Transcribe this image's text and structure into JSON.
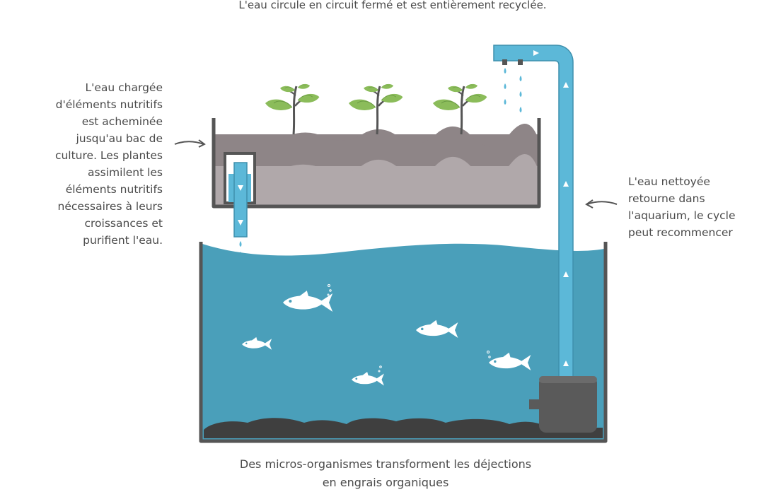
{
  "captions": {
    "top": "L'eau circule en circuit fermé et est entièrement recyclée.",
    "bottom_line1": "Des micros-organismes transforment les déjections",
    "bottom_line2": "en engrais organiques"
  },
  "left_text": {
    "lines": [
      "L'eau chargée",
      "d'éléments nutritifs",
      "est acheminée",
      "jusqu'au bac de",
      "culture. Les plantes",
      "assimilent  les",
      "éléments nutritifs",
      "nécessaires à leurs",
      "croissances et",
      "purifient l'eau."
    ]
  },
  "right_text": {
    "lines": [
      "L'eau nettoyée",
      "retourne dans",
      "l'aquarium, le cycle",
      "peut recommencer"
    ]
  },
  "colors": {
    "water": "#4a9fba",
    "pipe_fill": "#5cb8d8",
    "pipe_edge": "#3e90ad",
    "tank_wall": "#555555",
    "soil_top": "#8e8587",
    "soil_bottom": "#b0a8aa",
    "leaf": "#8bbc5a",
    "stem": "#555555",
    "pump": "#5a5a5a",
    "gravel": "#3f3f3f",
    "fish": "#ffffff",
    "text": "#4a4a4a"
  }
}
